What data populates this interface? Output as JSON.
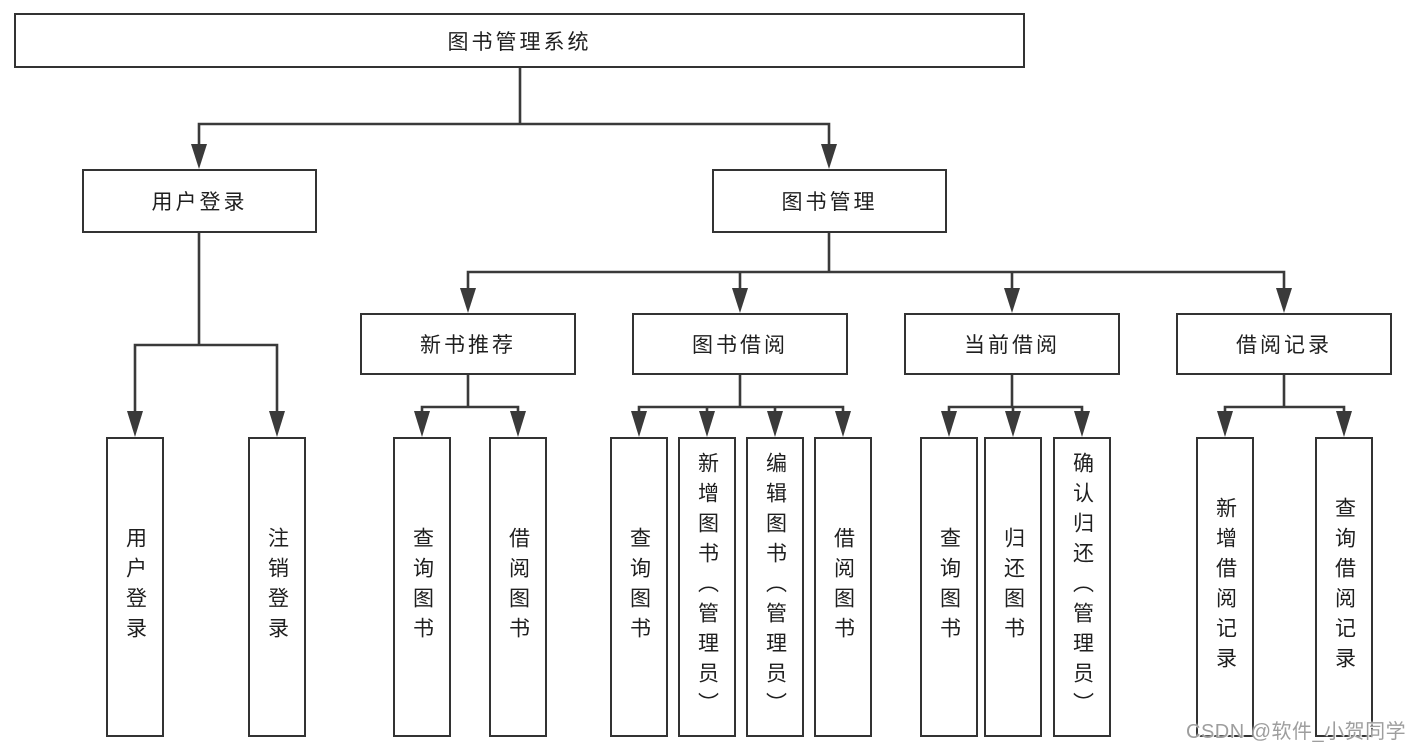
{
  "nodes": {
    "root": "图书管理系统",
    "user_login": "用户登录",
    "book_mgmt": "图书管理",
    "new_book_rec": "新书推荐",
    "book_borrow": "图书借阅",
    "current_borrow": "当前借阅",
    "borrow_record": "借阅记录",
    "ul_login": "用户登录",
    "ul_logout": "注销登录",
    "nb_query": "查询图书",
    "nb_borrow": "借阅图书",
    "bb_query": "查询图书",
    "bb_add": "新增图书（管理员）",
    "bb_edit": "编辑图书（管理员）",
    "bb_borrow": "借阅图书",
    "cb_query": "查询图书",
    "cb_return": "归还图书",
    "cb_confirm": "确认归还（管理员）",
    "br_add": "新增借阅记录",
    "br_query": "查询借阅记录"
  },
  "edges": {
    "root": [
      "user_login",
      "book_mgmt"
    ],
    "user_login": [
      "ul_login",
      "ul_logout"
    ],
    "book_mgmt": [
      "new_book_rec",
      "book_borrow",
      "current_borrow",
      "borrow_record"
    ],
    "new_book_rec": [
      "nb_query",
      "nb_borrow"
    ],
    "book_borrow": [
      "bb_query",
      "bb_add",
      "bb_edit",
      "bb_borrow"
    ],
    "current_borrow": [
      "cb_query",
      "cb_return",
      "cb_confirm"
    ],
    "borrow_record": [
      "br_add",
      "br_query"
    ]
  },
  "watermark": "CSDN @软件_小贺同学",
  "colors": {
    "background": "#ffffff",
    "line": "#3a3a3a",
    "box_border": "#333333",
    "box_fill": "#ffffff",
    "text": "#1f1f1f",
    "watermark": "#9e9e9e"
  }
}
